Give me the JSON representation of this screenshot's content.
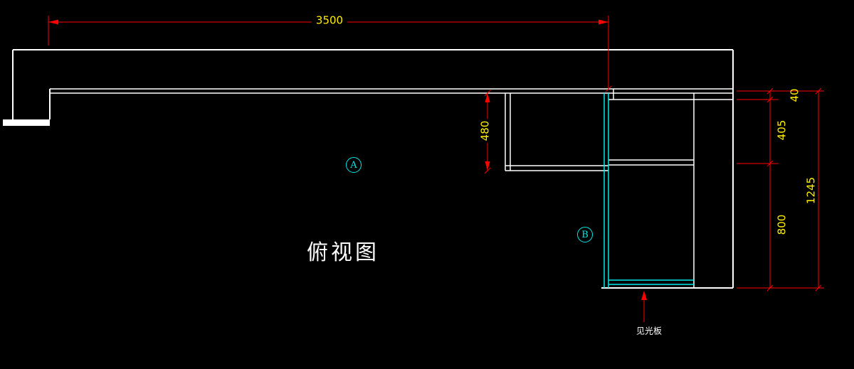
{
  "view": {
    "title": "俯视图"
  },
  "labels": {
    "section_a": "A",
    "section_b": "B",
    "note": "见光板"
  },
  "dimensions": {
    "top_width": "3500",
    "shelf_depth": "480",
    "edge_thickness": "40",
    "upper_depth": "405",
    "lower_depth": "800",
    "total_depth": "1245"
  },
  "colors": {
    "background": "#000000",
    "outline": "#ffffff",
    "accent": "#00e8e8",
    "dimension_line": "#ff0000",
    "dimension_text": "#ffef00"
  }
}
